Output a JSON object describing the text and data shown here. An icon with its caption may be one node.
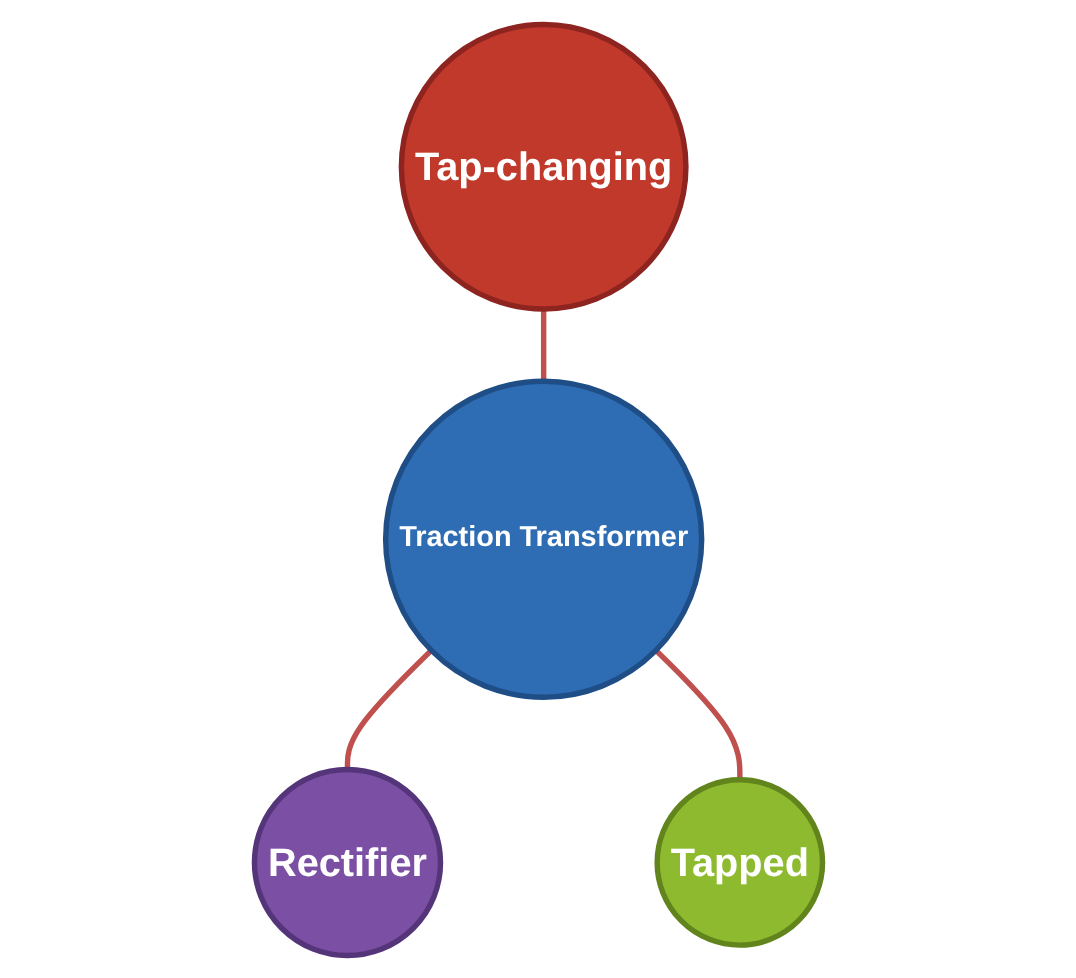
{
  "diagram": {
    "nodes": [
      {
        "text": [
          "Tap-changing"
        ]
      },
      {
        "text": [
          "Traction Transformer"
        ]
      },
      {
        "text": [
          "Rectifier"
        ]
      },
      {
        "text": [
          "Tapped"
        ]
      }
    ],
    "edges": [
      {
        "from": 0,
        "to": 1,
        "arrow": "none"
      },
      {
        "from": 1,
        "to": 2,
        "arrow": "none"
      },
      {
        "from": 1,
        "to": 3,
        "arrow": "none"
      }
    ]
  }
}
